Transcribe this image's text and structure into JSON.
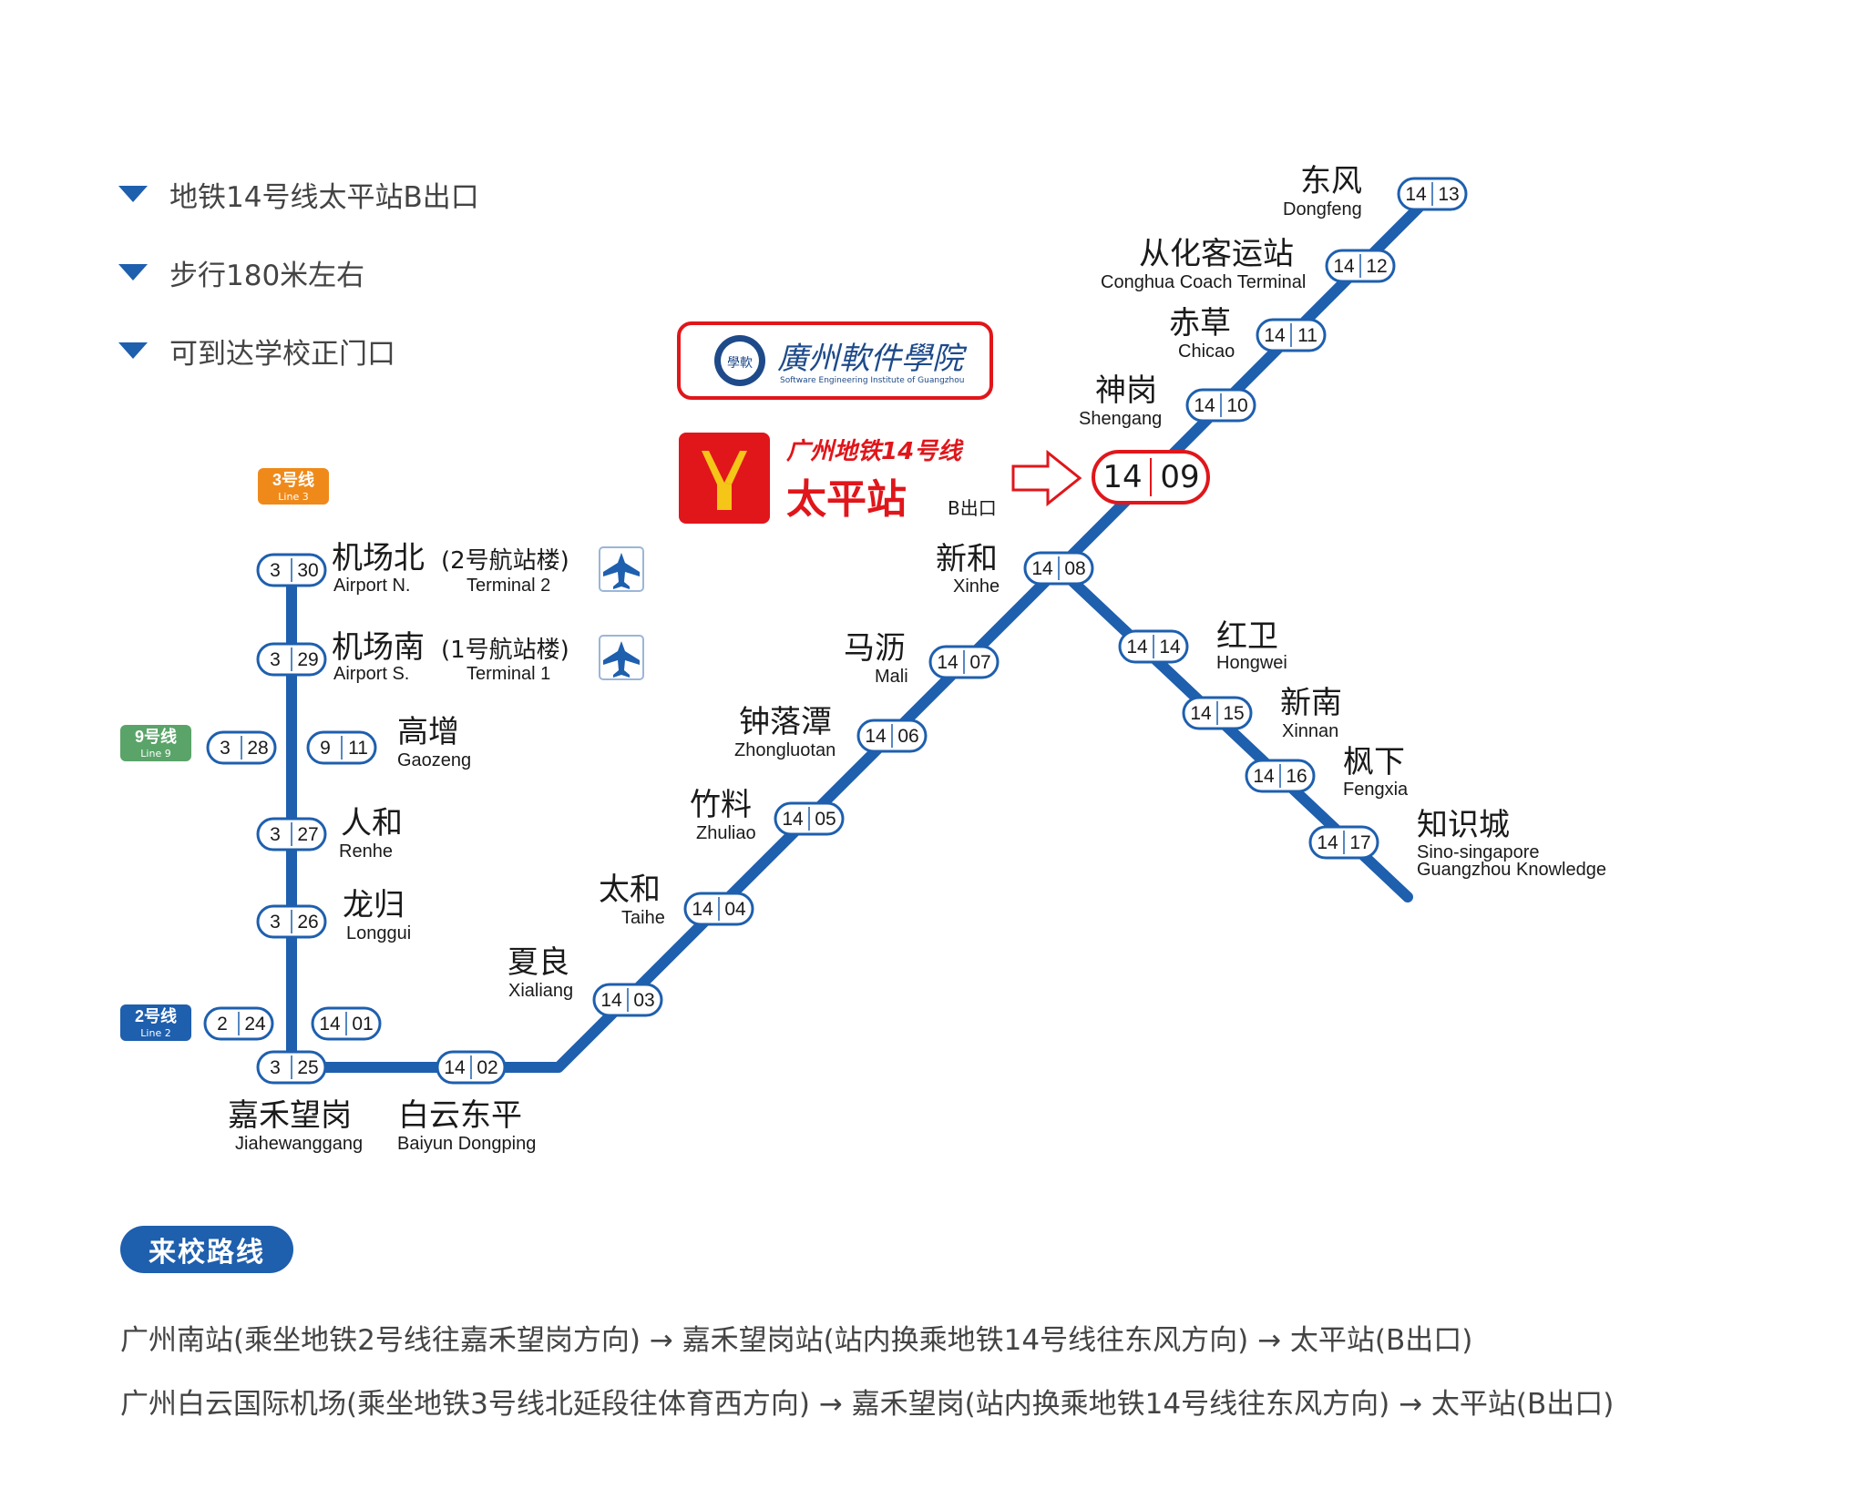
{
  "bullets": [
    {
      "text": "地铁14号线太平站B出口"
    },
    {
      "text": "步行180米左右"
    },
    {
      "text": "可到达学校正门口"
    }
  ],
  "school": {
    "name_zh": "廣州軟件學院",
    "name_en": "Software Engineering Institute of Guangzhou",
    "seal_text": "學軟"
  },
  "feature_station": {
    "line_title": "广州地铁14号线",
    "station": "太平站",
    "exit": "B出口",
    "line_num": "14",
    "code": "09"
  },
  "line_tags": {
    "line3": {
      "zh": "3号线",
      "en": "Line 3"
    },
    "line9": {
      "zh": "9号线",
      "en": "Line 9"
    },
    "line2": {
      "zh": "2号线",
      "en": "Line 2"
    }
  },
  "stations": {
    "dongfeng": {
      "zh": "东风",
      "en": "Dongfeng",
      "line": "14",
      "code": "13"
    },
    "conghua": {
      "zh": "从化客运站",
      "en": "Conghua Coach Terminal",
      "line": "14",
      "code": "12"
    },
    "chicao": {
      "zh": "赤草",
      "en": "Chicao",
      "line": "14",
      "code": "11"
    },
    "shengang": {
      "zh": "神岗",
      "en": "Shengang",
      "line": "14",
      "code": "10"
    },
    "xinhe": {
      "zh": "新和",
      "en": "Xinhe",
      "line": "14",
      "code": "08"
    },
    "mali": {
      "zh": "马沥",
      "en": "Mali",
      "line": "14",
      "code": "07"
    },
    "zhongluotan": {
      "zh": "钟落潭",
      "en": "Zhongluotan",
      "line": "14",
      "code": "06"
    },
    "zhuliao": {
      "zh": "竹料",
      "en": "Zhuliao",
      "line": "14",
      "code": "05"
    },
    "taihe": {
      "zh": "太和",
      "en": "Taihe",
      "line": "14",
      "code": "04"
    },
    "xialiang": {
      "zh": "夏良",
      "en": "Xialiang",
      "line": "14",
      "code": "03"
    },
    "baiyun": {
      "zh": "白云东平",
      "en": "Baiyun Dongping",
      "line": "14",
      "code": "02"
    },
    "jiahe": {
      "zh": "嘉禾望岗",
      "en": "Jiahewanggang",
      "line": "3",
      "code": "25"
    },
    "jiahe_l14": {
      "line": "14",
      "code": "01"
    },
    "jiahe_l2": {
      "line": "2",
      "code": "24"
    },
    "longgui": {
      "zh": "龙归",
      "en": "Longgui",
      "line": "3",
      "code": "26"
    },
    "renhe": {
      "zh": "人和",
      "en": "Renhe",
      "line": "3",
      "code": "27"
    },
    "gaozeng": {
      "zh": "高增",
      "en": "Gaozeng",
      "line": "3",
      "code": "28"
    },
    "gaozeng_l9": {
      "line": "9",
      "code": "11"
    },
    "airport_s": {
      "zh": "机场南",
      "en": "Airport S.",
      "terminal_zh": "(1号航站楼)",
      "terminal_en": "Terminal 1",
      "line": "3",
      "code": "29"
    },
    "airport_n": {
      "zh": "机场北",
      "en": "Airport N.",
      "terminal_zh": "(2号航站楼)",
      "terminal_en": "Terminal 2",
      "line": "3",
      "code": "30"
    },
    "hongwei": {
      "zh": "红卫",
      "en": "Hongwei",
      "line": "14",
      "code": "14"
    },
    "xinnan": {
      "zh": "新南",
      "en": "Xinnan",
      "line": "14",
      "code": "15"
    },
    "fengxia": {
      "zh": "枫下",
      "en": "Fengxia",
      "line": "14",
      "code": "16"
    },
    "zhishicheng": {
      "zh": "知识城",
      "en1": "Sino-singapore",
      "en2": "Guangzhou Knowledge",
      "line": "14",
      "code": "17"
    }
  },
  "route_label": "来校路线",
  "routes": [
    "广州南站(乘坐地铁2号线往嘉禾望岗方向) → 嘉禾望岗站(站内换乘地铁14号线往东风方向) → 太平站(B出口)",
    "广州白云国际机场(乘坐地铁3号线北延段往体育西方向) → 嘉禾望岗(站内换乘地铁14号线往东风方向) → 太平站(B出口)"
  ],
  "colors": {
    "line14": "#1e5fae",
    "line3": "#ef8a1a",
    "line9": "#5aa469",
    "line2": "#1e5fae",
    "highlight": "#e0161b"
  },
  "icons": [
    "airplane-icon",
    "metro-logo-icon",
    "arrow-right-icon",
    "triangle-bullet-icon"
  ]
}
